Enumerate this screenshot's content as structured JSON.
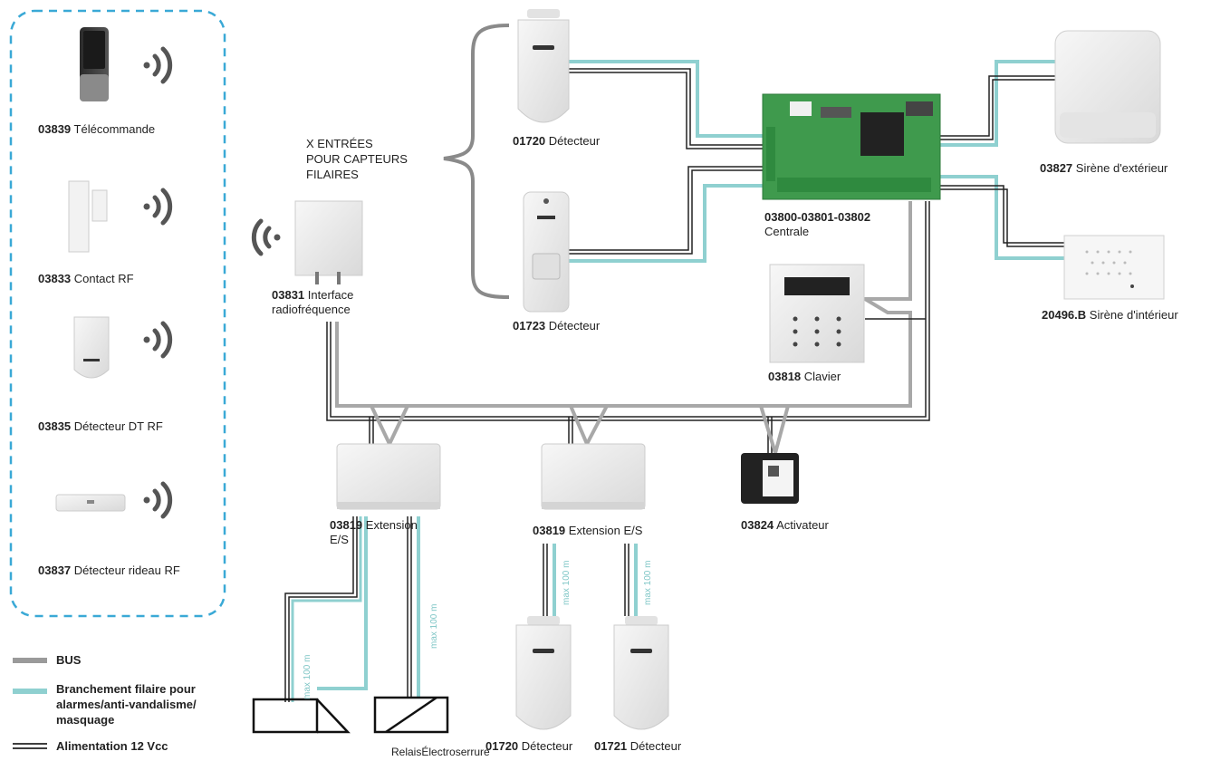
{
  "remote_devices": [
    {
      "code": "03839",
      "name": "Télécommande"
    },
    {
      "code": "03833",
      "name": "Contact RF"
    },
    {
      "code": "03835",
      "name": "Détecteur DT RF"
    },
    {
      "code": "03837",
      "name": "Détecteur rideau RF"
    }
  ],
  "inputs_label": [
    "X ENTRÉES",
    "POUR CAPTEURS",
    "FILAIRES"
  ],
  "devices": {
    "det_01720_top": {
      "code": "01720",
      "name": "Détecteur"
    },
    "det_01723": {
      "code": "01723",
      "name": "Détecteur"
    },
    "interface": {
      "code": "03831",
      "name": "Interface",
      "name2": "radiofréquence"
    },
    "centrale": {
      "code": "03800-03801-03802",
      "name": "Centrale"
    },
    "siren_ext": {
      "code": "03827",
      "name": "Sirène d'extérieur"
    },
    "siren_int": {
      "code": "20496.B",
      "name": "Sirène d'intérieur"
    },
    "clavier": {
      "code": "03818",
      "name": "Clavier"
    },
    "ext_left": {
      "code": "03819",
      "name": "Extension",
      "name2": "E/S"
    },
    "ext_mid": {
      "code": "03819",
      "name": "Extension E/S"
    },
    "activateur": {
      "code": "03824",
      "name": "Activateur"
    },
    "det_01720_bottom": {
      "code": "01720",
      "name": "Détecteur"
    },
    "det_01721": {
      "code": "01721",
      "name": "Détecteur"
    }
  },
  "bottom_labels": {
    "relais": "Relais",
    "electroserrure": "Électroserrure"
  },
  "max_length_label": "max 100 m",
  "legend": [
    {
      "label": "BUS",
      "style": "bus"
    },
    {
      "label": "Branchement filaire pour alarmes/anti-vandalisme/ masquage",
      "style": "alarm"
    },
    {
      "label": "Alimentation 12 Vcc",
      "style": "power"
    }
  ],
  "colors": {
    "bus": "#9a9a9a",
    "alarm": "#8fd0d0",
    "power": "#222222",
    "dashed_border": "#3aa9d6",
    "board": "#3f9a4d"
  }
}
